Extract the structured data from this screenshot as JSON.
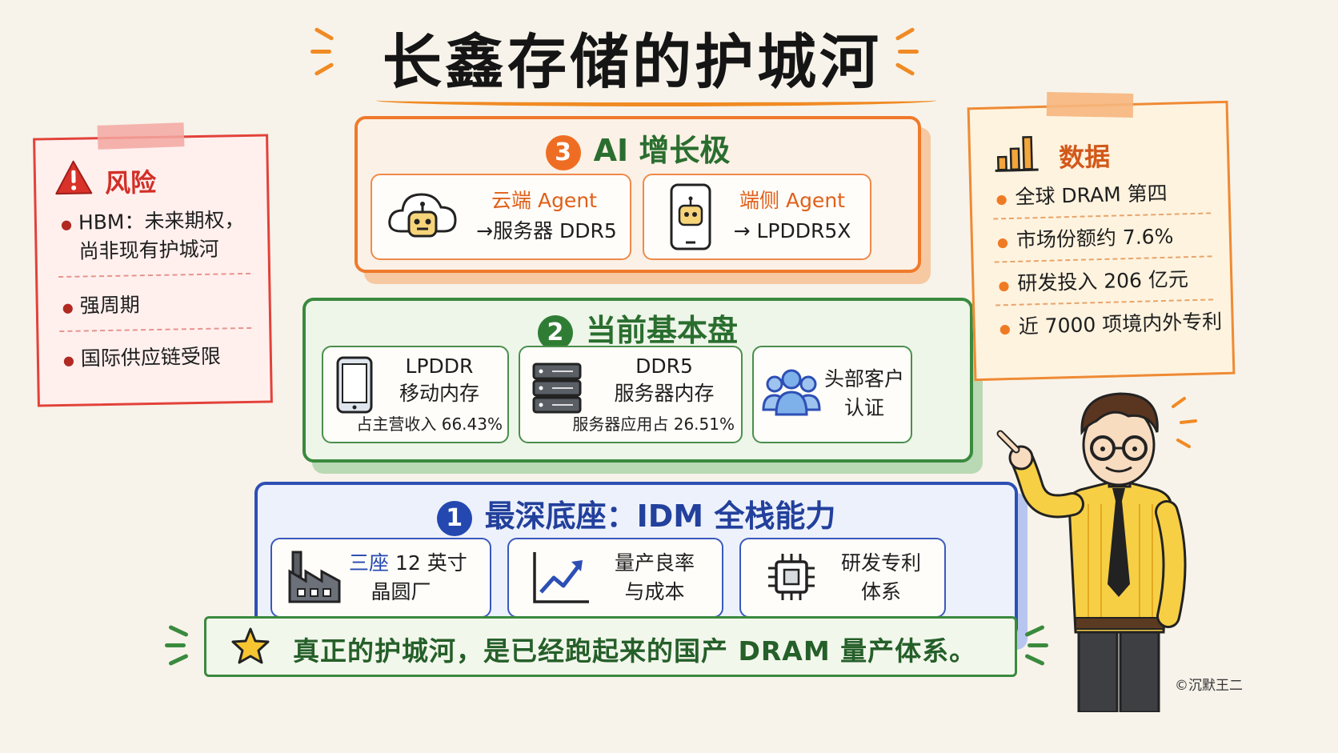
{
  "title": "长鑫存储的护城河",
  "layers": {
    "ai": {
      "num": "3",
      "title": "AI 增长极",
      "cloud": {
        "label": "云端 Agent",
        "sub": "→服务器 DDR5"
      },
      "device": {
        "label": "端侧 Agent",
        "sub": "→ LPDDR5X"
      }
    },
    "current": {
      "num": "2",
      "title": "当前基本盘",
      "lpddr": {
        "name": "LPDDR",
        "desc": "移动内存",
        "stat": "占主营收入 66.43%"
      },
      "ddr5": {
        "name": "DDR5",
        "desc": "服务器内存",
        "stat": "服务器应用占 26.51%"
      },
      "customer": {
        "line1": "头部客户",
        "line2": "认证"
      }
    },
    "base": {
      "num": "1",
      "title": "最深底座：IDM 全栈能力",
      "fab": {
        "prefix": "三座",
        "rest": " 12 英寸",
        "line2": "晶圆厂"
      },
      "yield": {
        "line1": "量产良率",
        "line2": "与成本"
      },
      "rd": {
        "line1": "研发专利",
        "line2": "体系"
      }
    }
  },
  "risk": {
    "title": "风险",
    "items": [
      "HBM：未来期权，",
      "尚非现有护城河",
      "强周期",
      "国际供应链受限"
    ]
  },
  "data": {
    "title": "数据",
    "items": [
      "全球 DRAM 第四",
      "市场份额约 7.6%",
      "研发投入 206 亿元",
      "近 7000 项境内外专利"
    ]
  },
  "banner": "真正的护城河，是已经跑起来的国产 DRAM 量产体系。",
  "credit": "©沉默王二",
  "colors": {
    "orange": "#ef7a2c",
    "green": "#3a8a3e",
    "blue": "#2d4fb5",
    "red": "#e2423a"
  }
}
